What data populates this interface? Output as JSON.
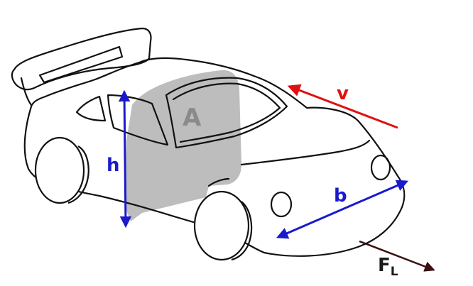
{
  "labels": {
    "area": "A",
    "height": "h",
    "width": "b",
    "velocity": "v",
    "lift_force_main": "F",
    "lift_force_sub": "L"
  },
  "colors": {
    "outline": "#111111",
    "shaded_area": "#bdbdbd",
    "area_label": "#8a8a8a",
    "height_arrow": "#1a1acc",
    "width_arrow": "#1a1acc",
    "velocity_arrow": "#e01010",
    "force_arrow": "#3a1010",
    "label_text": "#1a1a1a"
  }
}
